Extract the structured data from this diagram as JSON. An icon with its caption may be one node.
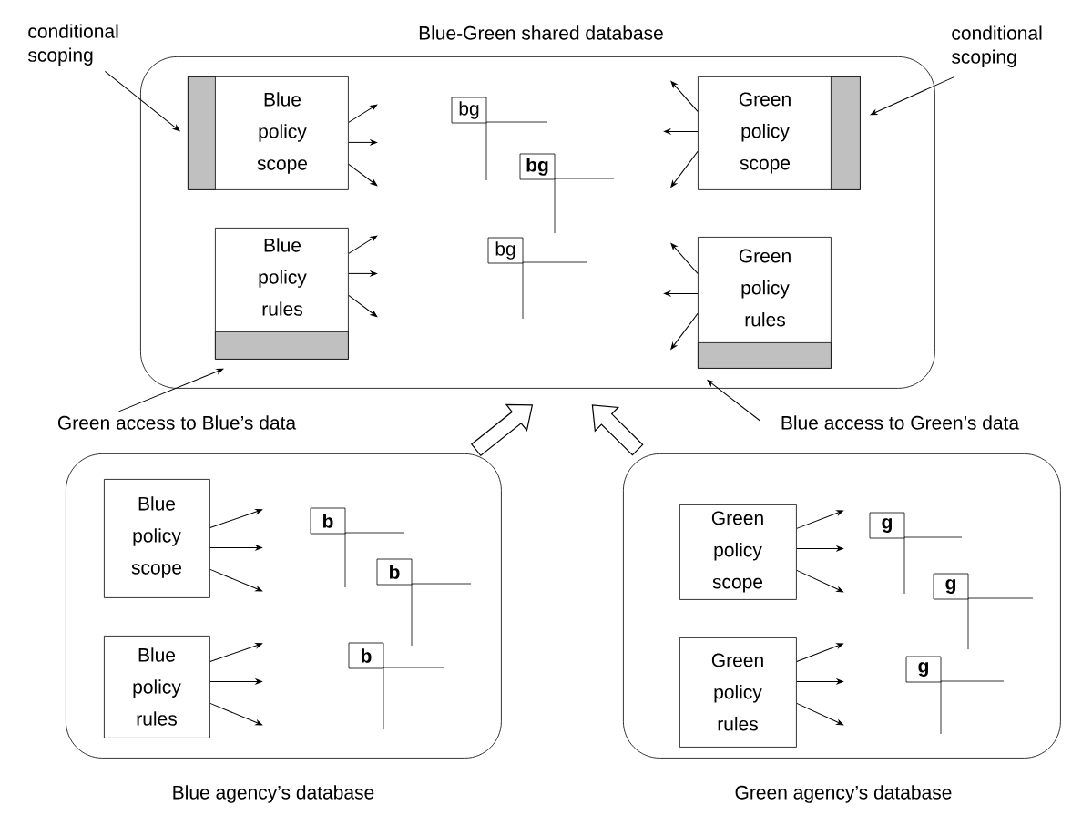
{
  "diagram": {
    "nodes": [
      {
        "text": [
          "Blue-Green shared database"
        ]
      },
      {
        "text": [
          "Blue policy scope"
        ],
        "in": 0
      },
      {
        "text": [],
        "shape": "bar",
        "in": 1
      },
      {
        "text": [
          "bg"
        ],
        "in": 0
      },
      {
        "text": [
          "bg"
        ],
        "in": 0
      },
      {
        "text": [
          "bg"
        ],
        "in": 0
      },
      {
        "text": [
          "Green policy scope"
        ],
        "in": 0
      },
      {
        "text": [],
        "shape": "bar",
        "in": 6
      },
      {
        "text": [
          "Blue policy rules"
        ],
        "in": 0
      },
      {
        "text": [],
        "shape": "bar",
        "in": 8
      },
      {
        "text": [
          "Green policy rules"
        ],
        "in": 0
      },
      {
        "text": [],
        "shape": "bar",
        "in": 10
      },
      {
        "text": [
          "conditional scoping"
        ]
      },
      {
        "text": [
          "conditional scoping"
        ]
      },
      {
        "text": [
          "Green access to Blue’s data"
        ]
      },
      {
        "text": [
          "Blue access to Green’s data"
        ]
      },
      {
        "text": [
          "Blue agency’s database"
        ]
      },
      {
        "text": [
          "Blue policy scope"
        ],
        "in": 16
      },
      {
        "text": [
          "b"
        ],
        "in": 16
      },
      {
        "text": [
          "b"
        ],
        "in": 16
      },
      {
        "text": [
          "b"
        ],
        "in": 16
      },
      {
        "text": [
          "Blue policy rules"
        ],
        "in": 16
      },
      {
        "text": [
          "Green agency’s database"
        ]
      },
      {
        "text": [
          "Green policy scope"
        ],
        "in": 22
      },
      {
        "text": [
          "g"
        ],
        "in": 22
      },
      {
        "text": [
          "g"
        ],
        "in": 22
      },
      {
        "text": [
          "g"
        ],
        "in": 22
      },
      {
        "text": [
          "Green policy rules"
        ],
        "in": 22
      }
    ],
    "edges": [
      {
        "from": 12,
        "to": 2,
        "arrow": "to"
      },
      {
        "from": 13,
        "to": 7,
        "arrow": "to"
      },
      {
        "from": 14,
        "to": 9,
        "arrow": "to"
      },
      {
        "from": 15,
        "to": 11,
        "arrow": "to"
      },
      {
        "from": 16,
        "to": 0,
        "arrow": "to",
        "style": "thick"
      },
      {
        "from": 22,
        "to": 0,
        "arrow": "to",
        "style": "thick"
      },
      {
        "from": 1,
        "to": null,
        "arrow": "to"
      },
      {
        "from": 1,
        "to": null,
        "arrow": "to"
      },
      {
        "from": 1,
        "to": null,
        "arrow": "to"
      },
      {
        "from": 8,
        "to": null,
        "arrow": "to"
      },
      {
        "from": 8,
        "to": null,
        "arrow": "to"
      },
      {
        "from": 8,
        "to": null,
        "arrow": "to"
      },
      {
        "from": 6,
        "to": null,
        "arrow": "to"
      },
      {
        "from": 6,
        "to": null,
        "arrow": "to"
      },
      {
        "from": 6,
        "to": null,
        "arrow": "to"
      },
      {
        "from": 10,
        "to": null,
        "arrow": "to"
      },
      {
        "from": 10,
        "to": null,
        "arrow": "to"
      },
      {
        "from": 10,
        "to": null,
        "arrow": "to"
      },
      {
        "from": 17,
        "to": null,
        "arrow": "to"
      },
      {
        "from": 17,
        "to": null,
        "arrow": "to"
      },
      {
        "from": 17,
        "to": null,
        "arrow": "to"
      },
      {
        "from": 21,
        "to": null,
        "arrow": "to"
      },
      {
        "from": 21,
        "to": null,
        "arrow": "to"
      },
      {
        "from": 21,
        "to": null,
        "arrow": "to"
      },
      {
        "from": 23,
        "to": null,
        "arrow": "to"
      },
      {
        "from": 23,
        "to": null,
        "arrow": "to"
      },
      {
        "from": 23,
        "to": null,
        "arrow": "to"
      },
      {
        "from": 27,
        "to": null,
        "arrow": "to"
      },
      {
        "from": 27,
        "to": null,
        "arrow": "to"
      },
      {
        "from": 27,
        "to": null,
        "arrow": "to"
      }
    ]
  }
}
